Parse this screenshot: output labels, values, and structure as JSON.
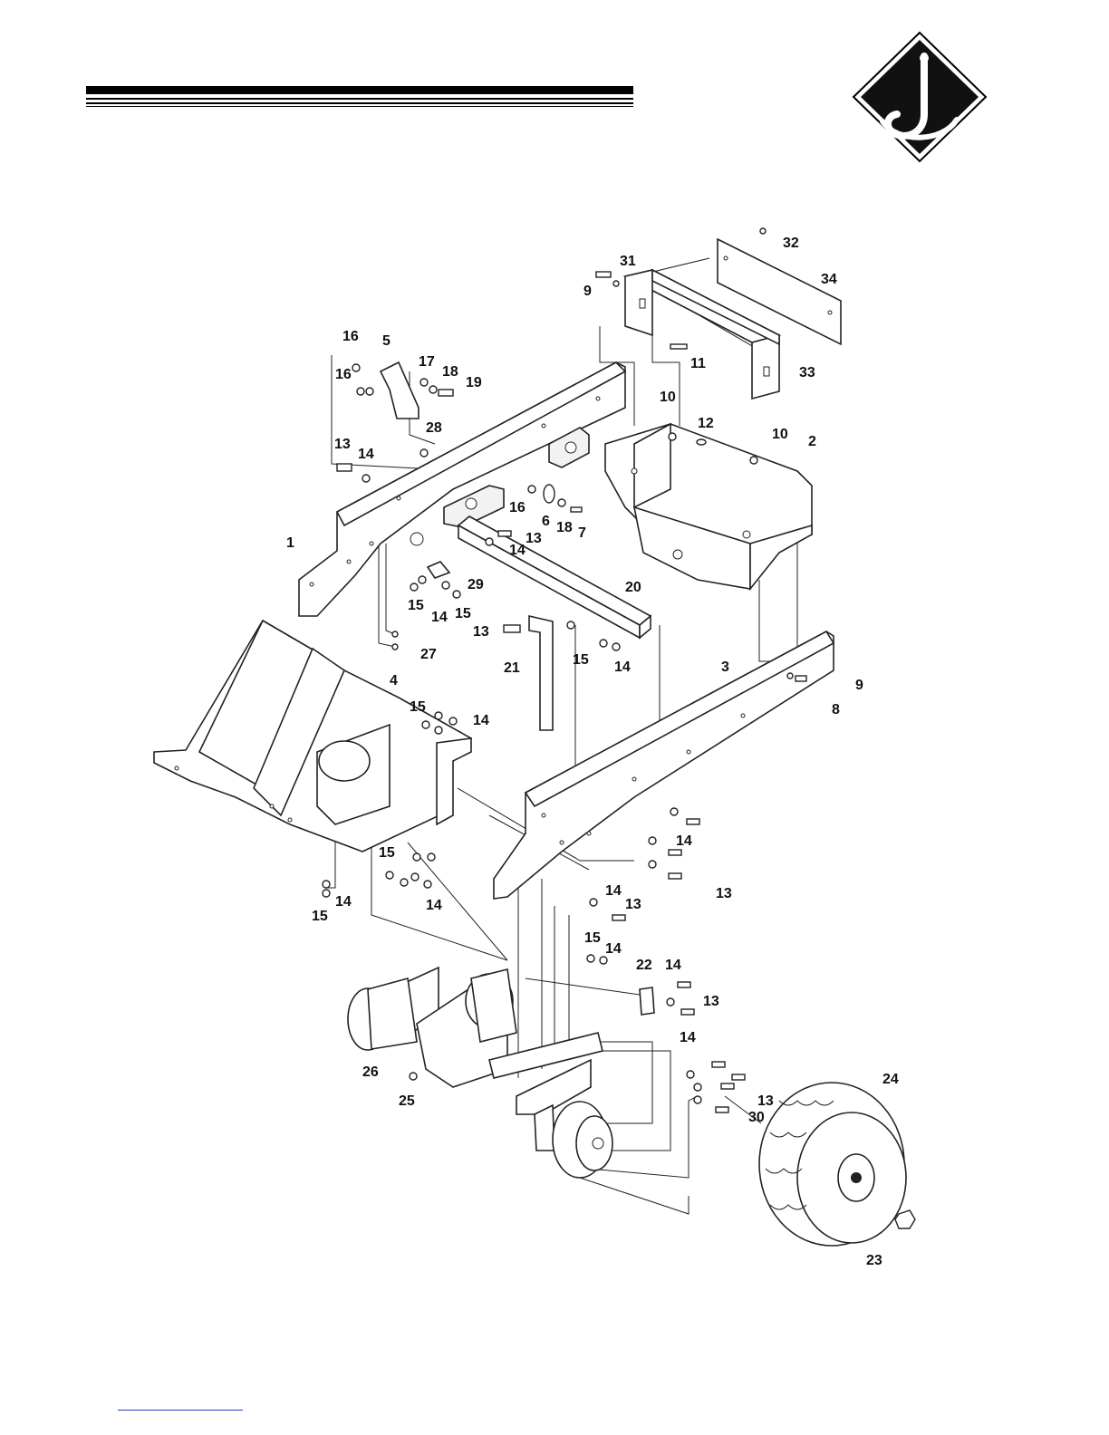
{
  "header": {
    "logo_icon": "brand-diamond-logo-icon"
  },
  "diagram": {
    "callouts": [
      {
        "id": "c32",
        "text": "32"
      },
      {
        "id": "c31",
        "text": "31"
      },
      {
        "id": "c34",
        "text": "34"
      },
      {
        "id": "c9a",
        "text": "9"
      },
      {
        "id": "c16a",
        "text": "16"
      },
      {
        "id": "c5",
        "text": "5"
      },
      {
        "id": "c17",
        "text": "17"
      },
      {
        "id": "c18a",
        "text": "18"
      },
      {
        "id": "c16b",
        "text": "16"
      },
      {
        "id": "c19",
        "text": "19"
      },
      {
        "id": "c11",
        "text": "11"
      },
      {
        "id": "c33",
        "text": "33"
      },
      {
        "id": "c10a",
        "text": "10"
      },
      {
        "id": "c12",
        "text": "12"
      },
      {
        "id": "c10b",
        "text": "10"
      },
      {
        "id": "c2",
        "text": "2"
      },
      {
        "id": "c28",
        "text": "28"
      },
      {
        "id": "c13a",
        "text": "13"
      },
      {
        "id": "c14a",
        "text": "14"
      },
      {
        "id": "c16c",
        "text": "16"
      },
      {
        "id": "c6",
        "text": "6"
      },
      {
        "id": "c18b",
        "text": "18"
      },
      {
        "id": "c7",
        "text": "7"
      },
      {
        "id": "c13b",
        "text": "13"
      },
      {
        "id": "c14b",
        "text": "14"
      },
      {
        "id": "c1",
        "text": "1"
      },
      {
        "id": "c29",
        "text": "29"
      },
      {
        "id": "c20",
        "text": "20"
      },
      {
        "id": "c15a",
        "text": "15"
      },
      {
        "id": "c14c",
        "text": "14"
      },
      {
        "id": "c15b",
        "text": "15"
      },
      {
        "id": "c13c",
        "text": "13"
      },
      {
        "id": "c27",
        "text": "27"
      },
      {
        "id": "c21",
        "text": "21"
      },
      {
        "id": "c15c",
        "text": "15"
      },
      {
        "id": "c14d",
        "text": "14"
      },
      {
        "id": "c3",
        "text": "3"
      },
      {
        "id": "c9b",
        "text": "9"
      },
      {
        "id": "c8",
        "text": "8"
      },
      {
        "id": "c4",
        "text": "4"
      },
      {
        "id": "c15d",
        "text": "15"
      },
      {
        "id": "c14e",
        "text": "14"
      },
      {
        "id": "c14f",
        "text": "14"
      },
      {
        "id": "c15e",
        "text": "15"
      },
      {
        "id": "c13d",
        "text": "13"
      },
      {
        "id": "c14g",
        "text": "14"
      },
      {
        "id": "c14h",
        "text": "14"
      },
      {
        "id": "c15f",
        "text": "15"
      },
      {
        "id": "c14i",
        "text": "14"
      },
      {
        "id": "c13e",
        "text": "13"
      },
      {
        "id": "c15g",
        "text": "15"
      },
      {
        "id": "c14j",
        "text": "14"
      },
      {
        "id": "c22",
        "text": "22"
      },
      {
        "id": "c14k",
        "text": "14"
      },
      {
        "id": "c13f",
        "text": "13"
      },
      {
        "id": "c14l",
        "text": "14"
      },
      {
        "id": "c24",
        "text": "24"
      },
      {
        "id": "c26",
        "text": "26"
      },
      {
        "id": "c25",
        "text": "25"
      },
      {
        "id": "c13g",
        "text": "13"
      },
      {
        "id": "c30",
        "text": "30"
      },
      {
        "id": "c23",
        "text": "23"
      }
    ]
  }
}
